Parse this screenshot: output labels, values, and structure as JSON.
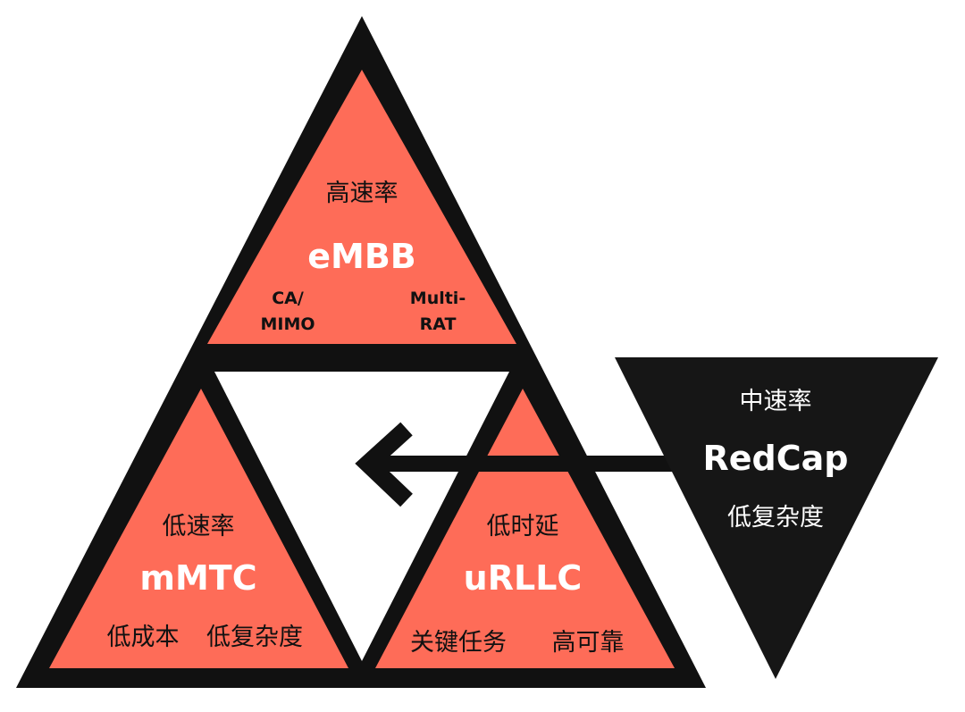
{
  "colors": {
    "coral": "#FE6C58",
    "outline": "#111111",
    "white": "#ffffff",
    "redcap_fill": "#161616"
  },
  "embb": {
    "top_label": "高速率",
    "name": "eMBB",
    "left_line1": "CA/",
    "left_line2": "MIMO",
    "right_line1": "Multi-",
    "right_line2": "RAT"
  },
  "mmtc": {
    "top_label": "低速率",
    "name": "mMTC",
    "left_label": "低成本",
    "right_label": "低复杂度"
  },
  "urllc": {
    "top_label": "低时延",
    "name": "uRLLC",
    "left_label": "关键任务",
    "right_label": "高可靠"
  },
  "redcap": {
    "top_label": "中速率",
    "name": "RedCap",
    "bottom_label": "低复杂度"
  },
  "icons": {
    "arrow": "left-arrow-icon"
  }
}
